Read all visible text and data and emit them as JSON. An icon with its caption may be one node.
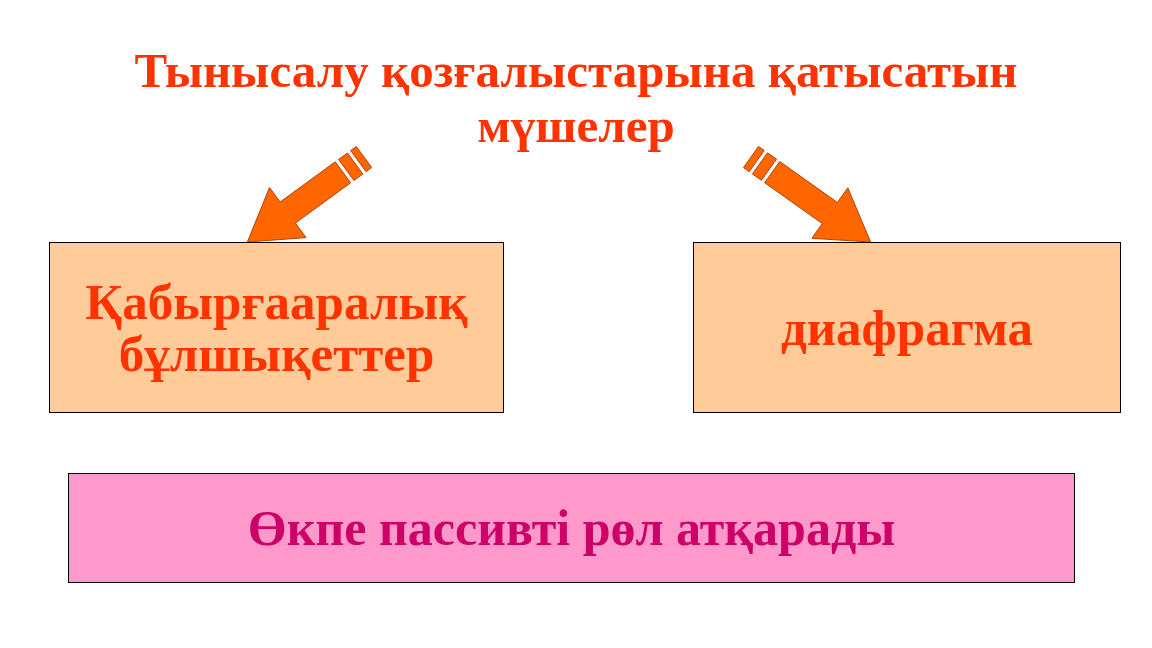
{
  "diagram": {
    "nodes": [
      {
        "text": [
          "Тынысалу қозғалыстарына қатысатын мүшелер"
        ]
      },
      {
        "text": [
          "Қабырғааралық бұлшықеттер"
        ]
      },
      {
        "text": [
          "диафрагма"
        ]
      },
      {
        "text": [
          "Өкпе пассивті рөл атқарады"
        ]
      }
    ],
    "edges": [
      {
        "from": 0,
        "to": 1,
        "arrow": "to",
        "style": "thick"
      },
      {
        "from": 0,
        "to": 2,
        "arrow": "to",
        "style": "thick"
      }
    ]
  }
}
